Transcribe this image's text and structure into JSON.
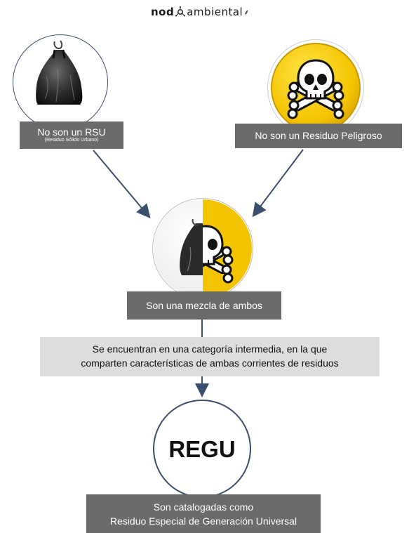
{
  "logo": {
    "part1": "nod",
    "part2": "ambiental"
  },
  "rsu": {
    "label": "No son un RSU",
    "sublabel": "(Residuo Sólido Urbano)"
  },
  "peligroso": {
    "label": "No son un Residuo Peligroso"
  },
  "mezcla": {
    "label": "Son una mezcla de ambos"
  },
  "intermedia": {
    "line1": "Se encuentran en una categoría intermedia, en la que",
    "line2": "comparten características de ambas corrientes de residuos"
  },
  "regu": {
    "acronym": "REGU",
    "line1": "Son catalogadas como",
    "line2": "Residuo Especial de Generación Universal"
  },
  "colors": {
    "accent": "#f5c400",
    "label_bg": "#6b6b6b",
    "info_bg": "#dddddd",
    "arrow": "#3d4f6e",
    "circle_border": "#3d4f6e"
  },
  "icons": [
    "trash-bag-icon",
    "skull-crossbones-icon"
  ]
}
